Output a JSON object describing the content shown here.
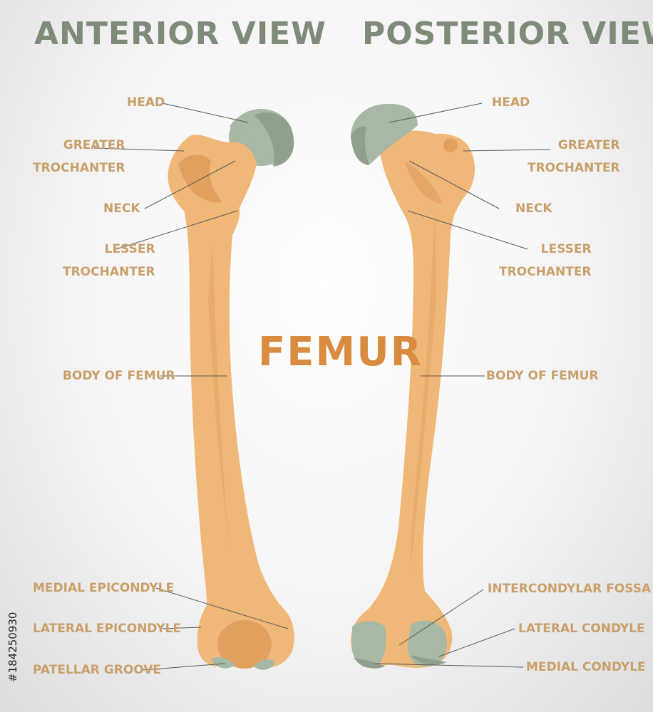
{
  "titles": {
    "anterior": "ANTERIOR VIEW",
    "posterior": "POSTERIOR VIEW",
    "center": "FEMUR"
  },
  "labels": {
    "anterior": {
      "head": "HEAD",
      "greater_trochanter": [
        "GREATER",
        "TROCHANTER"
      ],
      "neck": "NECK",
      "lesser_trochanter": [
        "LESSER",
        "TROCHANTER"
      ],
      "body": "BODY OF FEMUR",
      "medial_epicondyle": "MEDIAL EPICONDYLE",
      "lateral_epicondyle": "LATERAL EPICONDYLE",
      "patellar_groove": "PATELLAR GROOVE"
    },
    "posterior": {
      "head": "HEAD",
      "greater_trochanter": [
        "GREATER",
        "TROCHANTER"
      ],
      "neck": "NECK",
      "lesser_trochanter": [
        "LESSER",
        "TROCHANTER"
      ],
      "body": "BODY OF FEMUR",
      "intercondylar_fossa": "INTERCONDYLAR FOSSA",
      "lateral_condyle": "LATERAL CONDYLE",
      "medial_condyle": "MEDIAL CONDYLE"
    }
  },
  "stock_id": "#184250930",
  "colors": {
    "title": "#7d8b78",
    "center_title": "#d98b3f",
    "label": "#c9a06a",
    "bone": "#f0b878",
    "bone_shade": "#e2a05e",
    "cartilage": "#a7b8a4",
    "cartilage_dark": "#8fa08c",
    "leader": "#5a5a5a"
  }
}
